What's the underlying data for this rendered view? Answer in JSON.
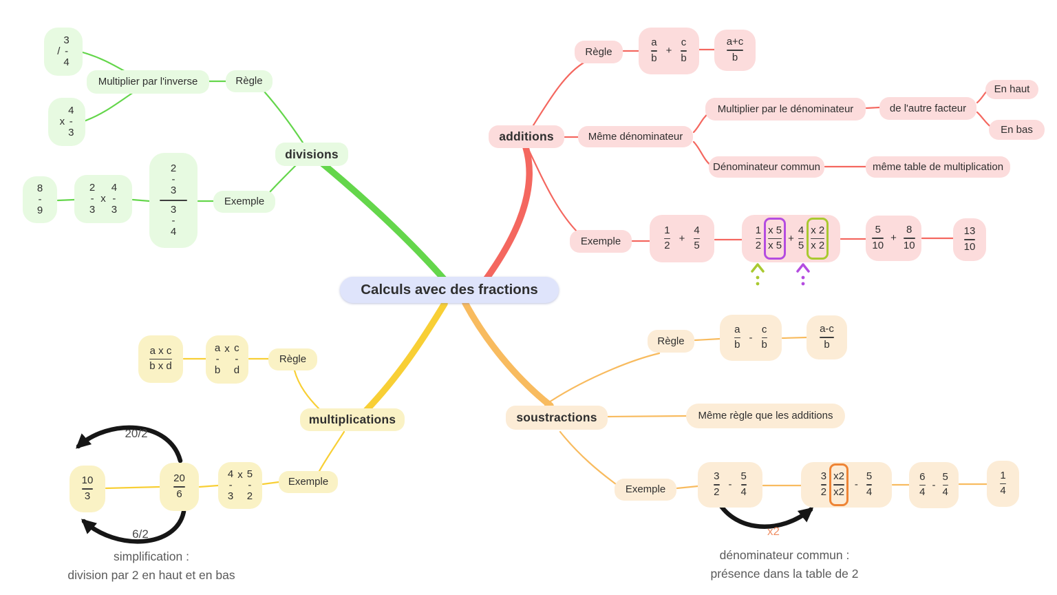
{
  "colors": {
    "green_line": "#64d64b",
    "green_fill": "#e7fae1",
    "red_line": "#f4675f",
    "red_fill": "#fcdcdc",
    "yellow_line": "#f8cf35",
    "yellow_fill": "#faf2c5",
    "orange_line": "#f8bb5f",
    "orange_fill": "#fcecd6",
    "center_fill": "#dfe4fb",
    "purple_box": "#b44ce0",
    "green_box": "#a9c930",
    "orange_box": "#ee8435",
    "x2_label": "#ef9067",
    "arrow_black": "#161616"
  },
  "center": {
    "label": "Calculs avec des fractions"
  },
  "divisions": {
    "title": "divisions",
    "regle": "Règle",
    "exemple": "Exemple",
    "multiplier": "Multiplier par l'inverse",
    "inv1": {
      "prefix": "/",
      "num": "3",
      "dash": "-",
      "den": "4"
    },
    "inv2": {
      "prefix": "x",
      "num": "4",
      "dash": "-",
      "den": "3"
    },
    "result": {
      "num": "8",
      "dash": "-",
      "den": "9"
    },
    "product": {
      "f1": {
        "num": "2",
        "dash": "-",
        "den": "3"
      },
      "op": "x",
      "f2": {
        "num": "4",
        "dash": "-",
        "den": "3"
      }
    },
    "complex": {
      "top": {
        "num": "2",
        "dash": "-",
        "den": "3"
      },
      "bottom": {
        "num": "3",
        "dash": "-",
        "den": "4"
      }
    }
  },
  "additions": {
    "title": "additions",
    "regle": "Règle",
    "exemple": "Exemple",
    "rule": {
      "f1": {
        "num": "a",
        "den": "b"
      },
      "op": "+",
      "f2": {
        "num": "c",
        "den": "b"
      }
    },
    "rule_result": {
      "num": "a+c",
      "den": "b"
    },
    "meme_denominateur": "Même dénominateur",
    "multiplier": "Multiplier par le dénominateur",
    "autre_facteur": "de l'autre facteur",
    "en_haut": "En haut",
    "en_bas": "En bas",
    "denominateur_commun": "Dénominateur commun",
    "meme_table": "même table de multiplication",
    "ex1": {
      "f1": {
        "num": "1",
        "den": "2"
      },
      "op": "+",
      "f2": {
        "num": "4",
        "den": "5"
      }
    },
    "ex2": {
      "f1": {
        "num": "1",
        "den": "2"
      },
      "b1": {
        "num": "x 5",
        "den": "x 5"
      },
      "op": "+",
      "f2": {
        "num": "4",
        "den": "5"
      },
      "b2": {
        "num": "x 2",
        "den": "x 2"
      }
    },
    "ex3": {
      "f1": {
        "num": "5",
        "den": "10"
      },
      "op": "+",
      "f2": {
        "num": "8",
        "den": "10"
      }
    },
    "result": {
      "num": "13",
      "den": "10"
    }
  },
  "multiplications": {
    "title": "multiplications",
    "regle": "Règle",
    "exemple": "Exemple",
    "rule_result": {
      "num": "a x c",
      "den": "b x d"
    },
    "rule": {
      "f1": {
        "num": "a",
        "dash": "-",
        "den": "b"
      },
      "op": "x",
      "f2": {
        "num": "c",
        "dash": "-",
        "den": "d"
      }
    },
    "ex": {
      "f1": {
        "num": "4",
        "dash": "-",
        "den": "3"
      },
      "op": "x",
      "f2": {
        "num": "5",
        "dash": "-",
        "den": "2"
      }
    },
    "step": {
      "num": "20",
      "den": "6"
    },
    "simplified": {
      "num": "10",
      "den": "3"
    },
    "arrow_top": "20/2",
    "arrow_bottom": "6/2",
    "annotation": [
      "simplification :",
      "division par 2 en haut et en bas"
    ]
  },
  "soustractions": {
    "title": "soustractions",
    "regle": "Règle",
    "exemple": "Exemple",
    "rule": {
      "f1": {
        "num": "a",
        "den": "b"
      },
      "op": "-",
      "f2": {
        "num": "c",
        "den": "b"
      }
    },
    "rule_result": {
      "num": "a-c",
      "den": "b"
    },
    "meme_regle": "Même règle que les additions",
    "ex1": {
      "f1": {
        "num": "3",
        "den": "2"
      },
      "op": "-",
      "f2": {
        "num": "5",
        "den": "4"
      }
    },
    "ex2": {
      "f1": {
        "num": "3",
        "den": "2"
      },
      "b1": {
        "num": "x2",
        "den": "x2"
      },
      "op": "-",
      "f2": {
        "num": "5",
        "den": "4"
      }
    },
    "ex3": {
      "f1": {
        "num": "6",
        "den": "4"
      },
      "op": "-",
      "f2": {
        "num": "5",
        "den": "4"
      }
    },
    "result": {
      "num": "1",
      "den": "4"
    },
    "arrow_label": "x2",
    "annotation": [
      "dénominateur commun :",
      "présence dans la table de 2"
    ]
  }
}
